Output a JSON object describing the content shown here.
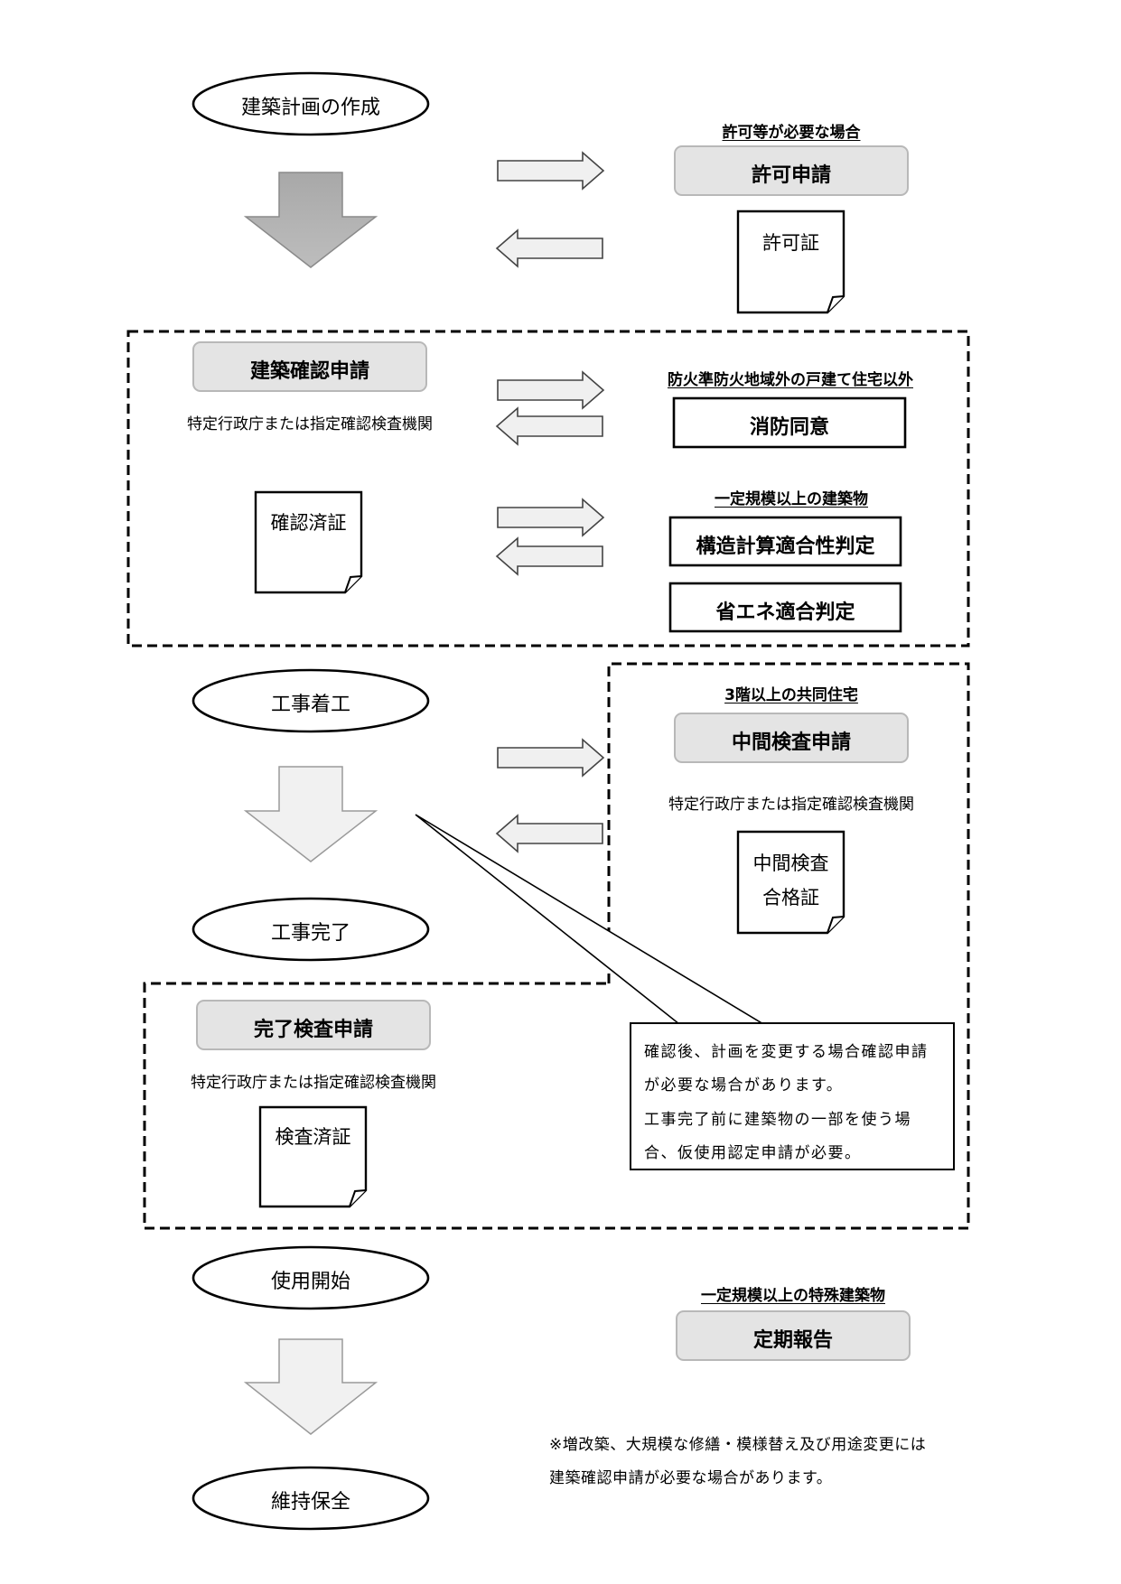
{
  "flow": {
    "plan": "建築計画の作成",
    "start_construction": "工事着工",
    "completion": "工事完了",
    "start_use": "使用開始",
    "maintenance": "維持保全"
  },
  "permit": {
    "condition": "許可等が必要な場合",
    "application": "許可申請",
    "certificate": "許可証"
  },
  "confirmation": {
    "application": "建築確認申請",
    "authority": "特定行政庁または指定確認検査機関",
    "certificate": "確認済証"
  },
  "fire": {
    "condition": "防火準防火地域外の戸建て住宅以外",
    "consent": "消防同意"
  },
  "structure": {
    "condition": "一定規模以上の建築物",
    "judgement": "構造計算適合性判定",
    "energy": "省エネ適合判定"
  },
  "interim": {
    "condition": "3階以上の共同住宅",
    "application": "中間検査申請",
    "authority": "特定行政庁または指定確認検査機関",
    "certificate_line1": "中間検査",
    "certificate_line2": "合格証"
  },
  "final": {
    "application": "完了検査申請",
    "authority": "特定行政庁または指定確認検査機関",
    "certificate": "検査済証"
  },
  "callout": {
    "line1": "確認後、計画を変更する場合確認申請",
    "line2": "が必要な場合があります。",
    "line3": "工事完了前に建築物の一部を使う場",
    "line4": "合、仮使用認定申請が必要。"
  },
  "periodic": {
    "condition": "一定規模以上の特殊建築物",
    "report": "定期報告"
  },
  "note": {
    "line1": "※増改築、大規模な修繕・模様替え及び用途変更には",
    "line2": "建築確認申請が必要な場合があります。"
  },
  "colors": {
    "box_fill": "#e4e4e4",
    "box_border": "#b8b8b8",
    "big_arrow_fill": "#b3b3b3",
    "light_arrow_fill": "#f0f0f0"
  },
  "icons": [
    "right-arrow-icon",
    "left-arrow-icon",
    "down-arrow-icon",
    "document-icon"
  ]
}
